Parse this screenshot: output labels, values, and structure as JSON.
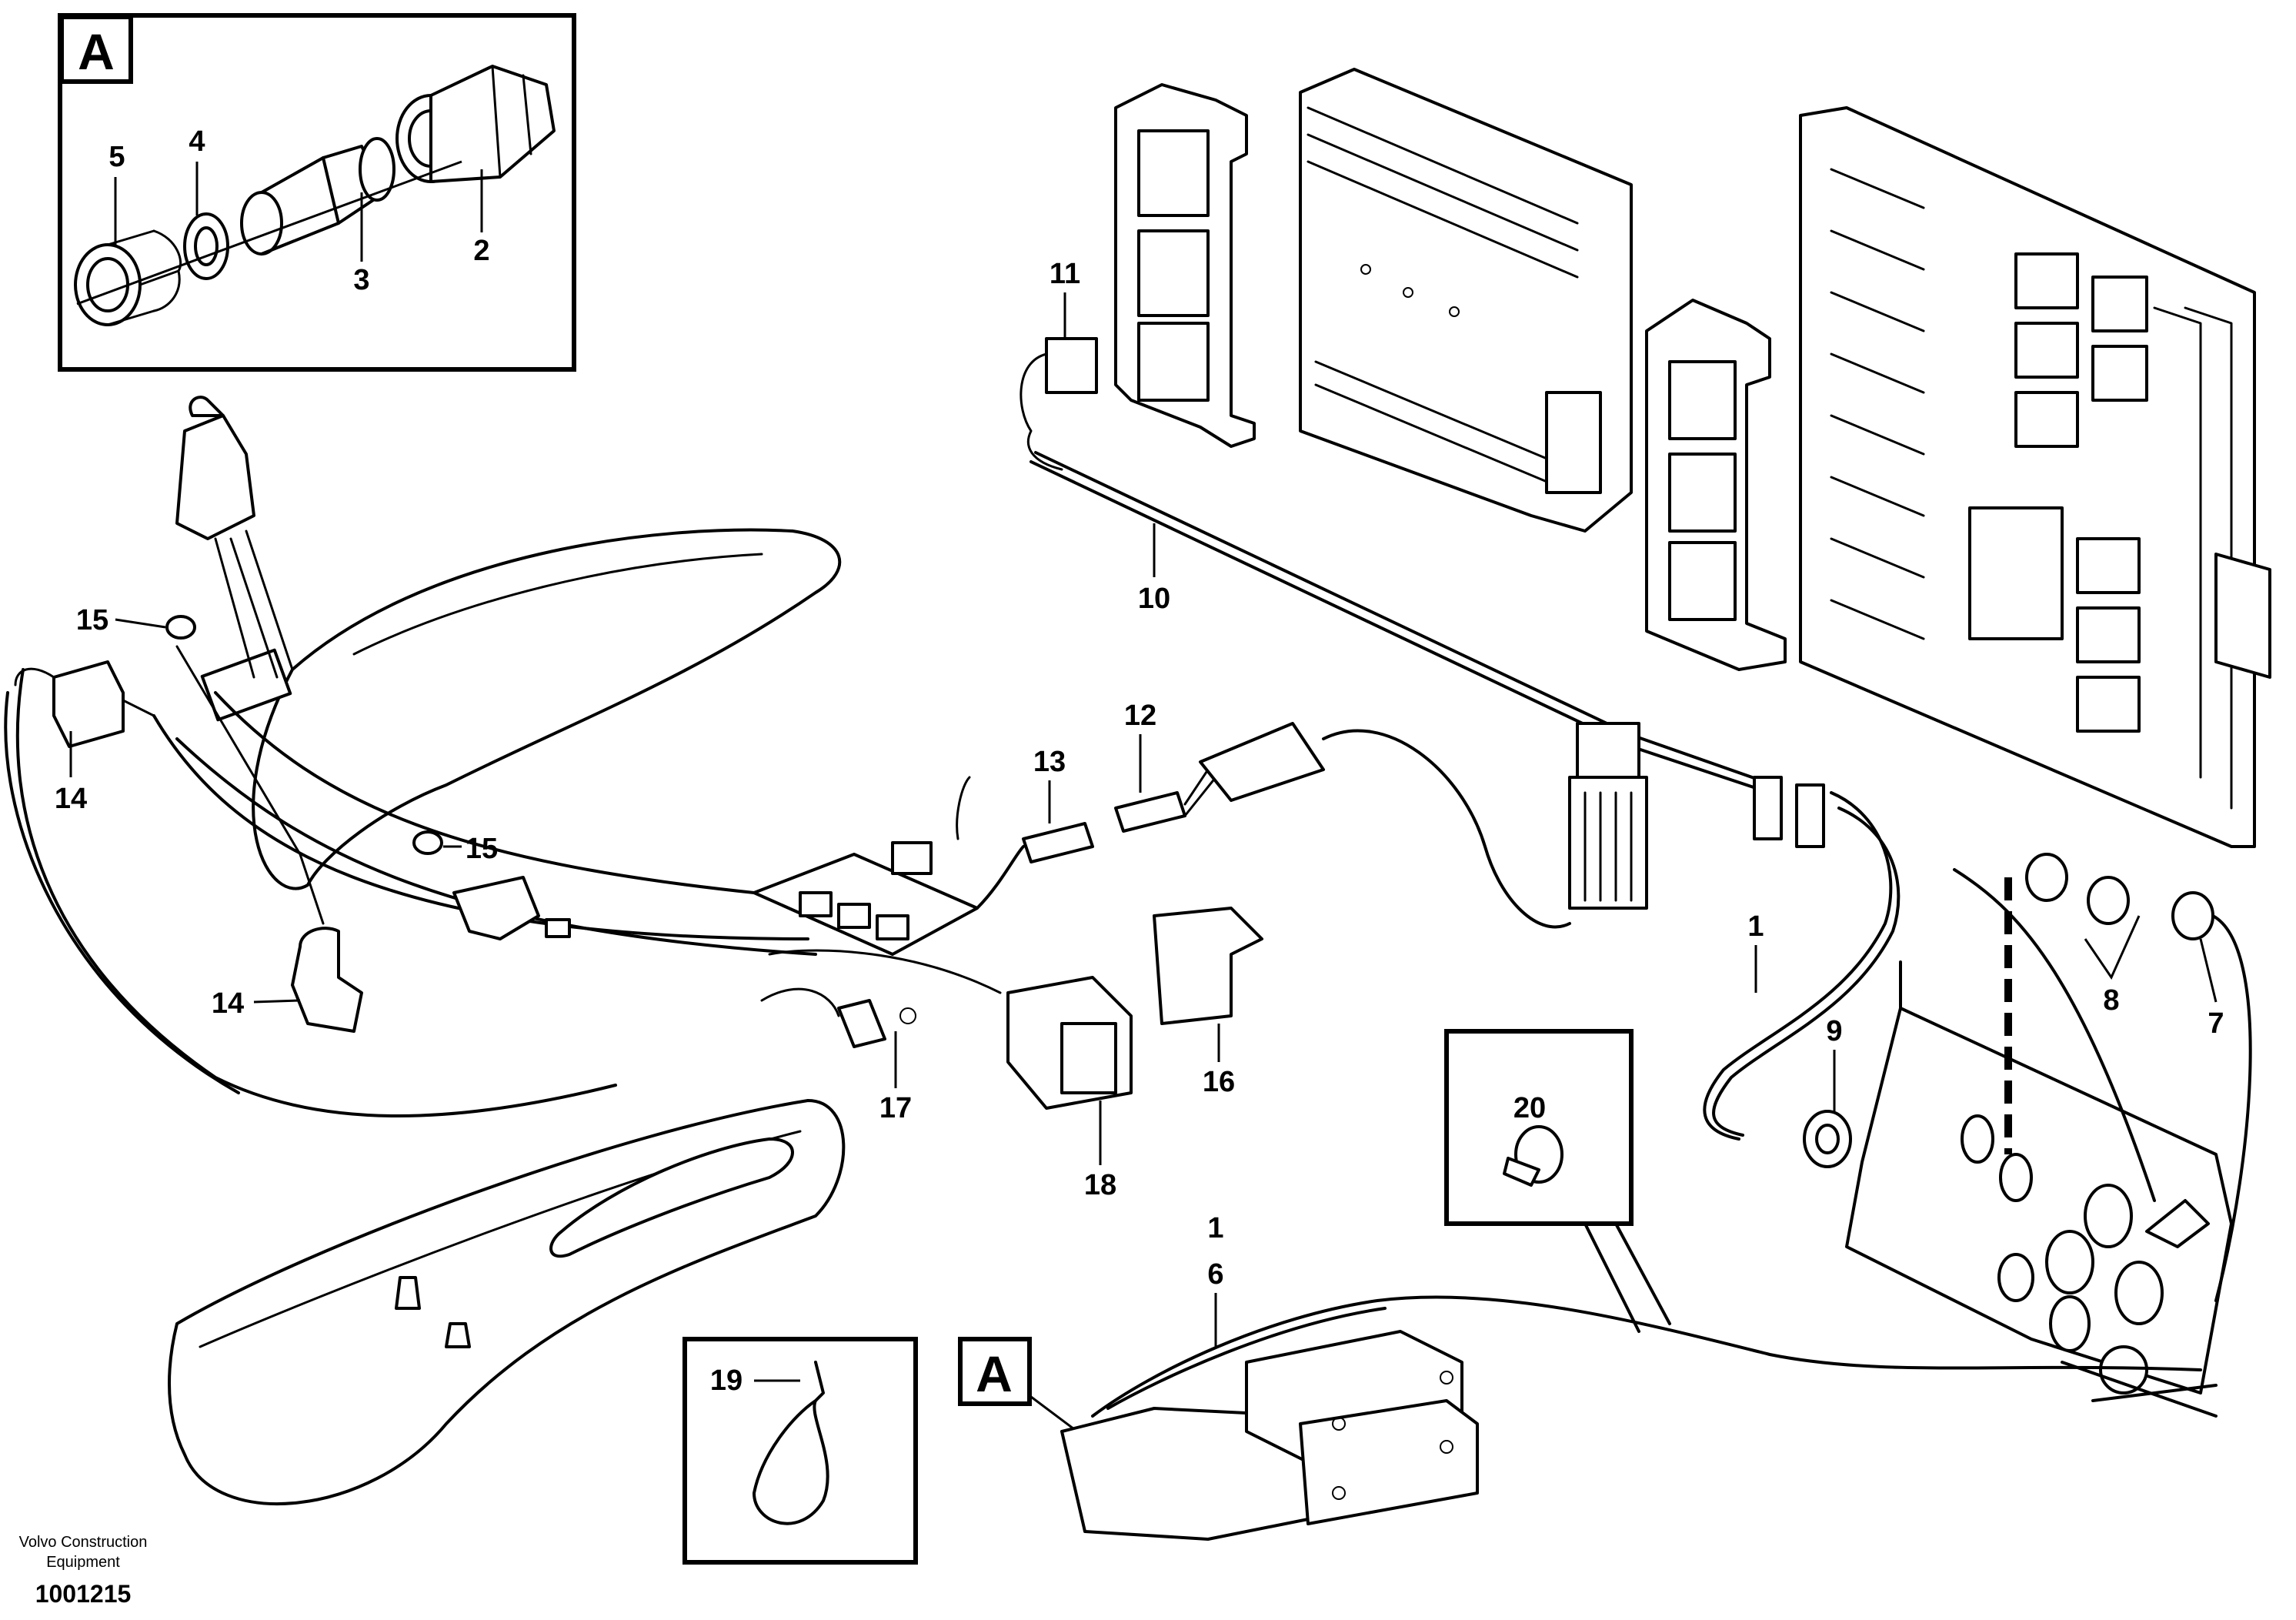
{
  "detail_A": {
    "tag": "A",
    "labels": [
      "5",
      "4",
      "3",
      "2"
    ]
  },
  "callouts": {
    "p1_top": "1",
    "p1_bottom": "1",
    "p6": "6",
    "p7": "7",
    "p8": "8",
    "p9": "9",
    "p10": "10",
    "p11": "11",
    "p12": "12",
    "p13": "13",
    "p14_left": "14",
    "p14_bottom": "14",
    "p15_left": "15",
    "p15_right": "15",
    "p16": "16",
    "p17": "17",
    "p18": "18",
    "p19": "19",
    "p20": "20"
  },
  "detail_tag_bottom": "A",
  "footer": {
    "company_line1": "Volvo Construction",
    "company_line2": "Equipment",
    "drawing_number": "1001215"
  }
}
